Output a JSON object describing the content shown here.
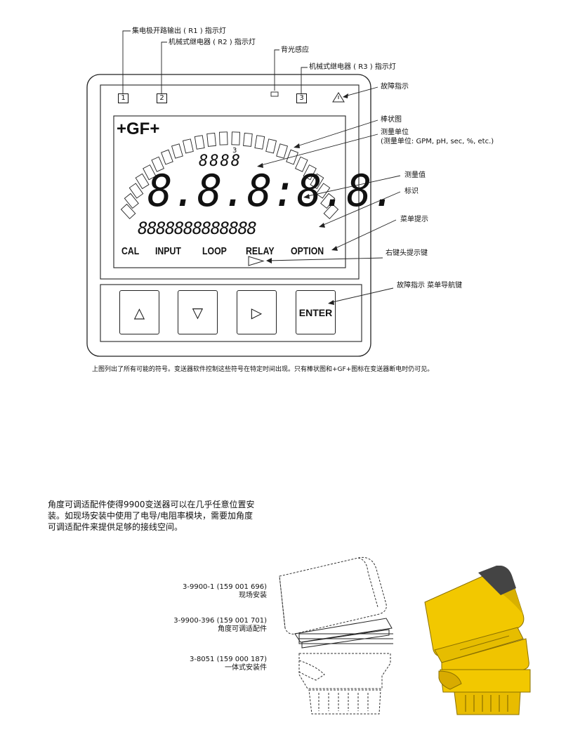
{
  "callouts": {
    "r1": "集电极开路输出 ( R1 ) 指示灯",
    "r2": "机械式继电器 ( R2 ) 指示灯",
    "backlight": "背光感应",
    "r3": "机械式继电器 ( R3 ) 指示灯",
    "fault": "故障指示",
    "bargraph": "棒状图",
    "units_title": "测量单位",
    "units_sub": "(测量单位: GPM, pH, sec, %, etc.)",
    "value": "测量值",
    "label": "标识",
    "menu_prompt": "菜单提示",
    "right_arrow_key": "右键头提示键",
    "nav_keys": "故障指示  菜单导航键"
  },
  "display": {
    "relay_numbers": [
      "1",
      "2",
      "3"
    ],
    "logo": "+GF+",
    "units_digits": "8888",
    "units_superscript": "3",
    "main_value": "8.8.8:8.8.",
    "label_digits": "8888888888888",
    "menu_items": [
      "CAL",
      "INPUT",
      "LOOP",
      "RELAY",
      "OPTION"
    ]
  },
  "buttons": {
    "up": "△",
    "down": "▽",
    "right": "▷",
    "enter": "ENTER"
  },
  "caption": "上图列出了所有可能的符号。变送器软件控制这些符号在特定时间出现。只有棒状图和+GF+图标在变送器断电时仍可见。",
  "paragraph": [
    "角度可调适配件使得9900变送器可以在几乎任意位置安",
    "装。如现场安装中使用了电导/电阻率模块，需要加角度",
    "可调适配件来提供足够的接线空间。"
  ],
  "parts": [
    {
      "code": "3-9900-1 (159 001 696)",
      "name": "现场安装"
    },
    {
      "code": "3-9900-396 (159 001 701)",
      "name": "角度可调适配件"
    },
    {
      "code": "3-8051 (159 000 187)",
      "name": "一体式安装件"
    }
  ]
}
